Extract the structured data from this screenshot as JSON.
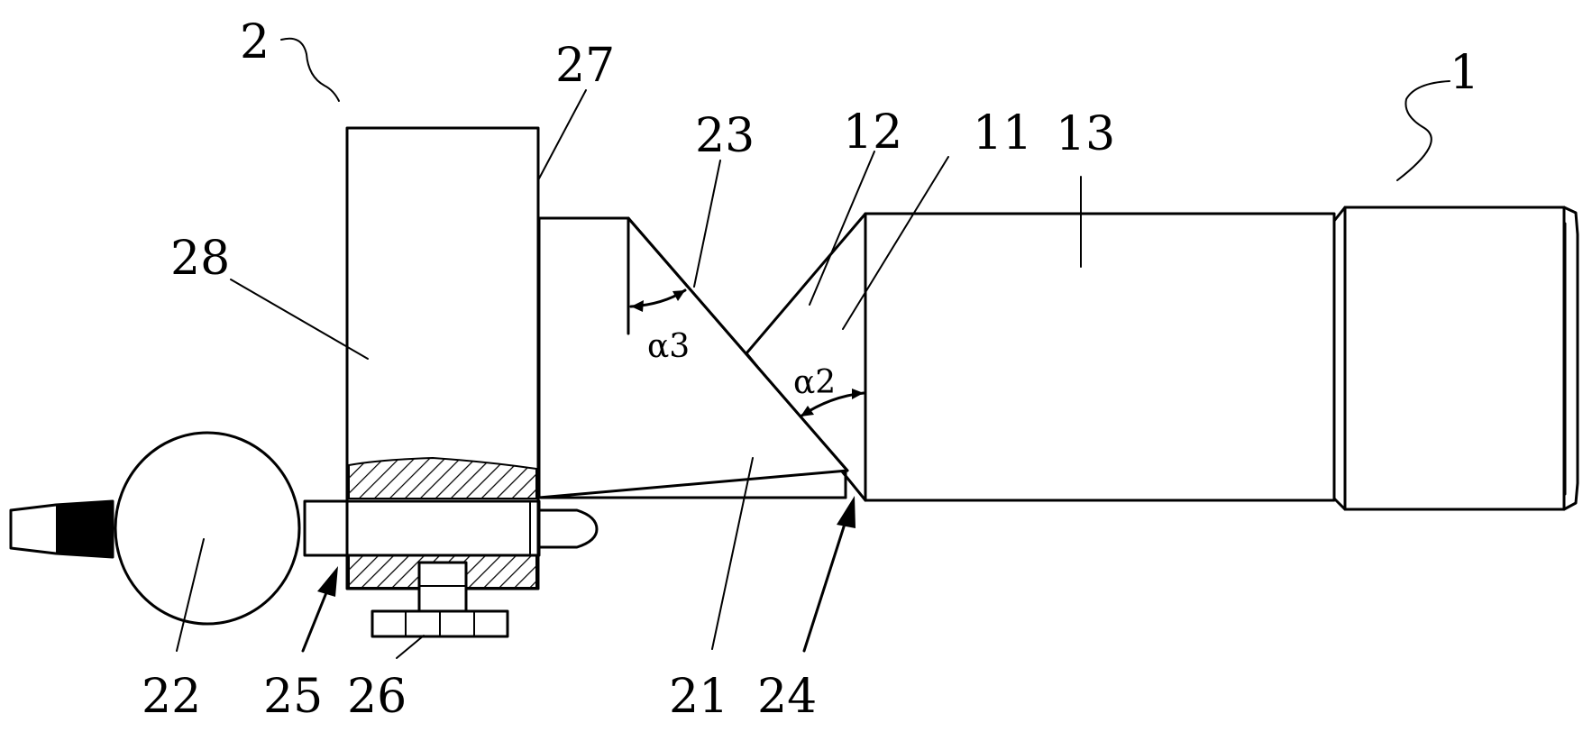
{
  "labels": {
    "n1": "1",
    "n2": "2",
    "n11": "11",
    "n12": "12",
    "n13": "13",
    "n21": "21",
    "n22": "22",
    "n23": "23",
    "n24": "24",
    "n25": "25",
    "n26": "26",
    "n27": "27",
    "n28": "28",
    "alpha2": "α2",
    "alpha3": "α3"
  }
}
